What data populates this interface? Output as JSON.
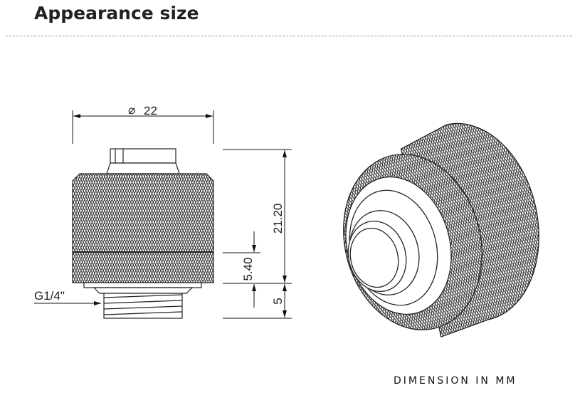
{
  "header": {
    "title": "Appearance size"
  },
  "drawing": {
    "diameter_label": "22",
    "diameter_symbol": "⌀",
    "total_height_label": "21.20",
    "ring_height_label": "5.40",
    "thread_length_label": "5",
    "thread_label": "G1/4\""
  },
  "footer": {
    "units_note": "DIMENSION IN MM"
  }
}
